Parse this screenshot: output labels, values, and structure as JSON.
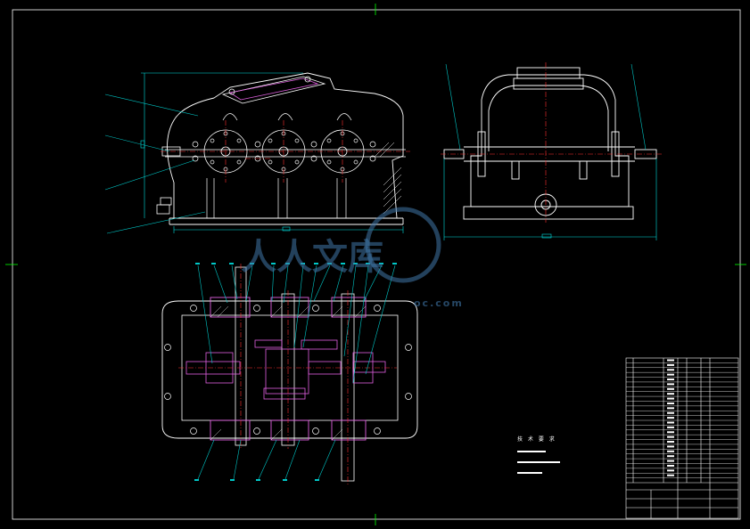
{
  "drawing": {
    "title": "",
    "technical_requirements_title": "技 术 要 求",
    "technical_requirements_lines": [
      "",
      "",
      ""
    ]
  },
  "title_block": {
    "rows": 26,
    "scale": "",
    "drawing_name": ""
  },
  "watermark": {
    "text": "人人文库",
    "url": "oc.com"
  },
  "colors": {
    "background": "#000000",
    "outline": "#ffffff",
    "leader": "#00c8c8",
    "centerline": "#ff3030",
    "dimension": "#00e0e0",
    "part": "#e060e0",
    "frame": "#ffffff",
    "registration_mark": "#00ff00",
    "watermark": "#3f77a8"
  },
  "icons": {
    "border_marks": "registration-tick-icon"
  }
}
